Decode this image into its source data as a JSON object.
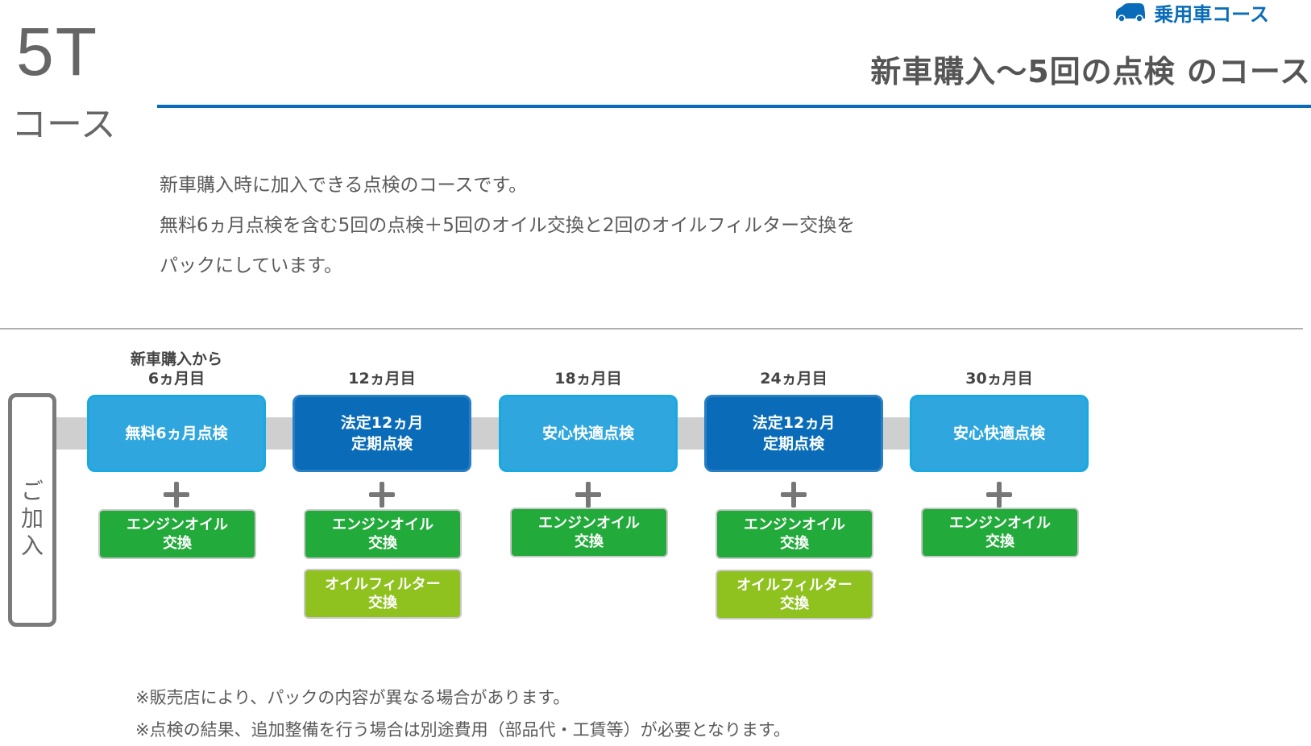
{
  "header": {
    "category_icon": "car-icon",
    "category_label": "乗用車コース",
    "course_id": "5T",
    "course_word": "コース",
    "title": "新車購入〜5回の点検 のコース"
  },
  "intro": {
    "lines": [
      "新車購入時に加入できる点検のコースです。",
      "無料6ヵ月点検を含む5回の点検＋5回のオイル交換と2回のオイルフィルター交換を",
      "パックにしています。"
    ]
  },
  "timeline": {
    "join_label": [
      "ご",
      "加",
      "入"
    ],
    "steps": [
      {
        "timing": [
          "新車購入から",
          "6ヵ月目"
        ],
        "inspection": [
          "無料6ヵ月点検"
        ],
        "inspection_type": "light",
        "services": [
          {
            "type": "oil",
            "label": [
              "エンジンオイル",
              "交換"
            ]
          }
        ]
      },
      {
        "timing": [
          "12ヵ月目"
        ],
        "inspection": [
          "法定12ヵ月",
          "定期点検"
        ],
        "inspection_type": "dark",
        "services": [
          {
            "type": "oil",
            "label": [
              "エンジンオイル",
              "交換"
            ]
          },
          {
            "type": "filter",
            "label": [
              "オイルフィルター",
              "交換"
            ]
          }
        ]
      },
      {
        "timing": [
          "18ヵ月目"
        ],
        "inspection": [
          "安心快適点検"
        ],
        "inspection_type": "light",
        "services": [
          {
            "type": "oil",
            "label": [
              "エンジンオイル",
              "交換"
            ]
          }
        ]
      },
      {
        "timing": [
          "24ヵ月目"
        ],
        "inspection": [
          "法定12ヵ月",
          "定期点検"
        ],
        "inspection_type": "dark",
        "services": [
          {
            "type": "oil",
            "label": [
              "エンジンオイル",
              "交換"
            ]
          },
          {
            "type": "filter",
            "label": [
              "オイルフィルター",
              "交換"
            ]
          }
        ]
      },
      {
        "timing": [
          "30ヵ月目"
        ],
        "inspection": [
          "安心快適点検"
        ],
        "inspection_type": "light",
        "services": [
          {
            "type": "oil",
            "label": [
              "エンジンオイル",
              "交換"
            ]
          }
        ]
      }
    ],
    "plus_symbol": "plus-icon"
  },
  "notes": [
    "※販売店により、パックの内容が異なる場合があります。",
    "※点検の結果、追加整備を行う場合は別途費用（部品代・工賃等）が必要となります。"
  ],
  "colors": {
    "brand_blue": "#0a6cb8",
    "light_blue": "#2fa6de",
    "oil_green": "#22aa3a",
    "filter_green": "#8fc21f",
    "bar_gray": "#cfcfcf"
  }
}
